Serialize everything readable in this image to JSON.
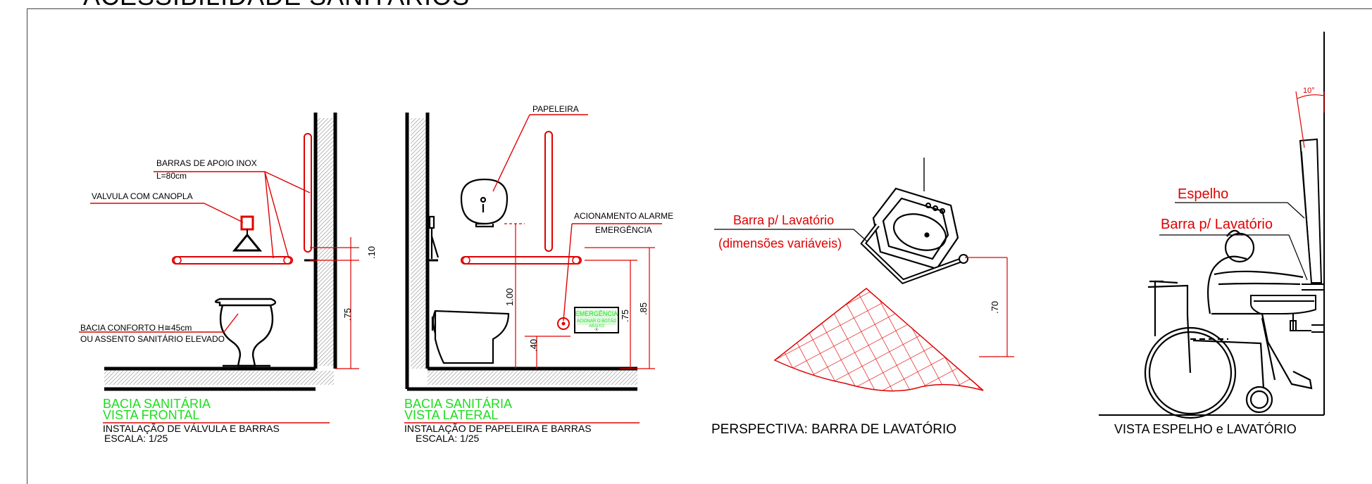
{
  "page": {
    "title": "ACESSIBILIDADE SANITÁRIOS"
  },
  "colors": {
    "red": "#e00000",
    "green": "#1edc1e",
    "black": "#000000",
    "hatch": "#b0b0b0"
  },
  "frontal": {
    "title_line1": "BACIA  SANITÁRIA",
    "title_line2": "VISTA  FRONTAL",
    "sub_line1": "INSTALAÇÃO  DE  VÁLVULA  E  BARRAS",
    "sub_line2": "ESCALA:  1/25",
    "label_barras_1": "BARRAS  DE  APOIO  INOX",
    "label_barras_2": "L=80cm",
    "label_valvula": "VALVULA  COM  CANOPLA",
    "label_bacia_1": "BACIA  CONFORTO  H≅45cm",
    "label_bacia_2": "OU  ASSENTO   SANITÁRIO  ELEVADO",
    "dim_10": ".10",
    "dim_75": ".75"
  },
  "lateral": {
    "title_line1": "BACIA  SANITÁRIA",
    "title_line2": "VISTA  LATERAL",
    "sub_line1": "INSTALAÇÃO  DE  PAPELEIRA  E  BARRAS",
    "sub_line2": "ESCALA:  1/25",
    "label_papeleira": "PAPELEIRA",
    "label_alarme_1": "ACIONAMENTO  ALARME",
    "label_alarme_2": "EMERGÊNCIA",
    "dim_100": "1.00",
    "dim_40": ".40",
    "dim_75": ".75",
    "dim_85": ".85",
    "alarm_text_1": "EMERGÊNCIA",
    "alarm_text_2": "ACIONAR O BOTÃO",
    "alarm_text_3": "ABAIXO",
    "alarm_text_4": "Ⓐ"
  },
  "perspective": {
    "caption": "PERSPECTIVA: BARRA DE LAVATÓRIO",
    "label_barra": "Barra p/ Lavatório",
    "label_dim": "(dimensões variáveis)",
    "dim_70": ".70"
  },
  "mirror_view": {
    "caption": "VISTA ESPELHO e LAVATÓRIO",
    "label_espelho": "Espelho",
    "label_barra": "Barra p/ Lavatório",
    "angle": "10°"
  }
}
